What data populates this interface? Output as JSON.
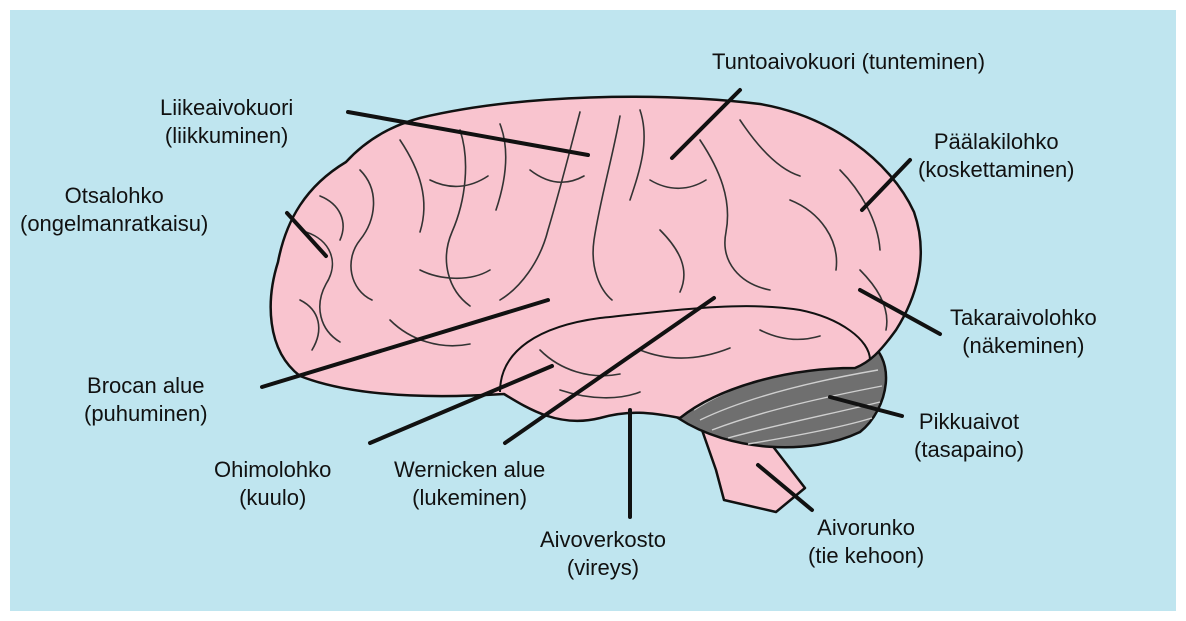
{
  "colors": {
    "background": "#bfe5ef",
    "brain_fill": "#f9c4cf",
    "outline": "#111111",
    "cerebellum_fill": "#6f6f6f"
  },
  "labels": {
    "liikeaivokuori": {
      "name": "Liikeaivokuori",
      "function": "(liikkuminen)"
    },
    "tuntoaivokuori": {
      "name": "Tuntoaivokuori (tunteminen)"
    },
    "paalakilohko": {
      "name": "Päälakilohko",
      "function": "(koskettaminen)"
    },
    "otsalohko": {
      "name": "Otsalohko",
      "function": "(ongelmanratkaisu)"
    },
    "takaraivolohko": {
      "name": "Takaraivolohko",
      "function": "(näkeminen)"
    },
    "brocan_alue": {
      "name": "Brocan alue",
      "function": "(puhuminen)"
    },
    "pikkuaivot": {
      "name": "Pikkuaivot",
      "function": "(tasapaino)"
    },
    "ohimolohko": {
      "name": "Ohimolohko",
      "function": "(kuulo)"
    },
    "wernicken_alue": {
      "name": "Wernicken alue",
      "function": "(lukeminen)"
    },
    "aivoverkosto": {
      "name": "Aivoverkosto",
      "function": "(vireys)"
    },
    "aivorunko": {
      "name": "Aivorunko",
      "function": "(tie kehoon)"
    }
  }
}
